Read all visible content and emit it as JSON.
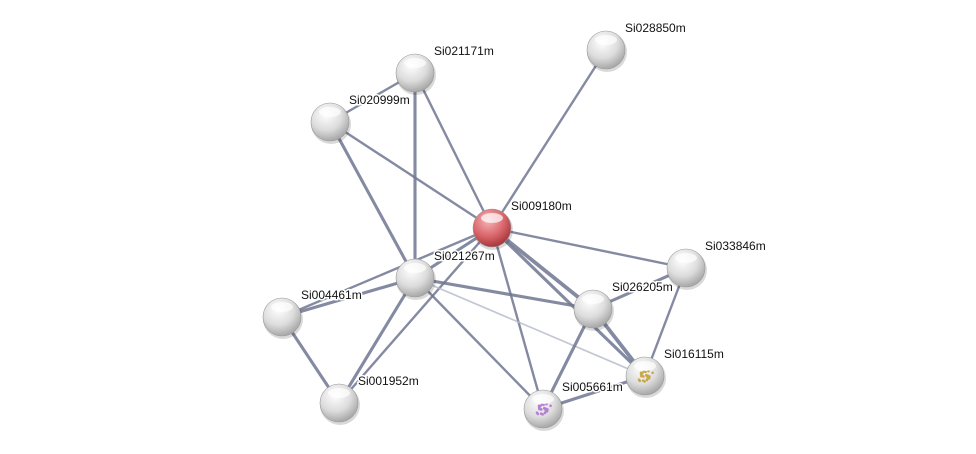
{
  "nodes": [
    {
      "id": "Si009180m",
      "label": "Si009180m",
      "color": "#d9666b",
      "query": true
    },
    {
      "id": "Si028850m",
      "label": "Si028850m",
      "color": "#e0e0e0"
    },
    {
      "id": "Si021171m",
      "label": "Si021171m",
      "color": "#e0e0e0"
    },
    {
      "id": "Si020999m",
      "label": "Si020999m",
      "color": "#e0e0e0"
    },
    {
      "id": "Si033846m",
      "label": "Si033846m",
      "color": "#e0e0e0"
    },
    {
      "id": "Si021267m",
      "label": "Si021267m",
      "color": "#e0e0e0"
    },
    {
      "id": "Si026205m",
      "label": "Si026205m",
      "color": "#e0e0e0"
    },
    {
      "id": "Si004461m",
      "label": "Si004461m",
      "color": "#e0e0e0"
    },
    {
      "id": "Si016115m",
      "label": "Si016115m",
      "color": "#e0e0e0",
      "structure": "#c9a84a"
    },
    {
      "id": "Si001952m",
      "label": "Si001952m",
      "color": "#e0e0e0"
    },
    {
      "id": "Si005661m",
      "label": "Si005661m",
      "color": "#e0e0e0",
      "structure": "#b47fd6"
    }
  ],
  "edges": [
    [
      "Si009180m",
      "Si028850m",
      2
    ],
    [
      "Si009180m",
      "Si021171m",
      2
    ],
    [
      "Si009180m",
      "Si020999m",
      2
    ],
    [
      "Si009180m",
      "Si033846m",
      2
    ],
    [
      "Si009180m",
      "Si021267m",
      3
    ],
    [
      "Si009180m",
      "Si026205m",
      4
    ],
    [
      "Si009180m",
      "Si016115m",
      3
    ],
    [
      "Si009180m",
      "Si005661m",
      2
    ],
    [
      "Si009180m",
      "Si004461m",
      2
    ],
    [
      "Si009180m",
      "Si001952m",
      2
    ],
    [
      "Si021171m",
      "Si020999m",
      2
    ],
    [
      "Si021171m",
      "Si021267m",
      3
    ],
    [
      "Si020999m",
      "Si021267m",
      3
    ],
    [
      "Si021267m",
      "Si004461m",
      3
    ],
    [
      "Si021267m",
      "Si001952m",
      3
    ],
    [
      "Si021267m",
      "Si026205m",
      3
    ],
    [
      "Si021267m",
      "Si005661m",
      2
    ],
    [
      "Si021267m",
      "Si016115m",
      1
    ],
    [
      "Si004461m",
      "Si001952m",
      3
    ],
    [
      "Si026205m",
      "Si033846m",
      3
    ],
    [
      "Si026205m",
      "Si016115m",
      4
    ],
    [
      "Si026205m",
      "Si005661m",
      3
    ],
    [
      "Si033846m",
      "Si016115m",
      2
    ],
    [
      "Si005661m",
      "Si016115m",
      3
    ]
  ]
}
